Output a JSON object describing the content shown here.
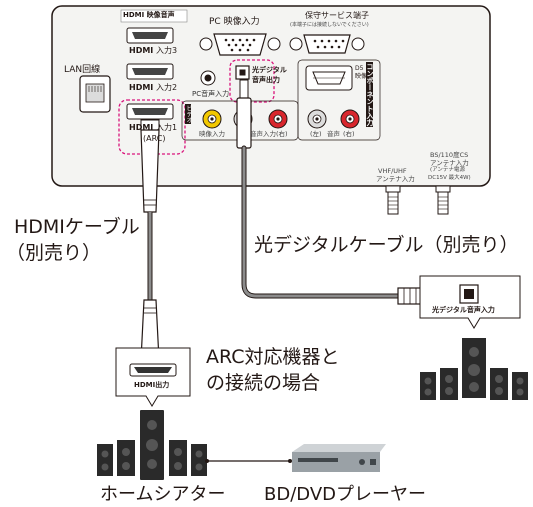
{
  "tv_panel": {
    "hdmi_header": "HDMI 映像音声",
    "hdmi_logo": "HDMI",
    "hdmi_in3": "入力3",
    "hdmi_in2": "入力2",
    "hdmi_in1": "入力1",
    "hdmi_in1_arc": "(ARC)",
    "pc_video_in": "PC 映像入力",
    "maint_port": "保守サービス端子",
    "maint_note": "(本端子には接続しないでください)",
    "lan_label": "LAN回線",
    "pc_audio_in": "PC音声入力",
    "optical_label_1": "光デジタル",
    "optical_label_2": "音声出力",
    "d5_label_1": "D5",
    "d5_label_2": "映像",
    "component_label": "コンポーネント入力",
    "video_label": "ビデオ",
    "video_in_label": "映像入力",
    "audio_in_label": "音声入力(右)",
    "l_label": "(左)",
    "audio_label": "音声",
    "r_label": "(右)",
    "vhf_uhf_1": "VHF/UHF",
    "vhf_uhf_2": "アンテナ入力",
    "bs_cs_1": "BS/110度CS",
    "bs_cs_2": "アンテナ入力",
    "bs_cs_3": "(アンテナ電源",
    "bs_cs_4": "DC15V 最大4W)"
  },
  "labels": {
    "hdmi_cable_1": "HDMIケーブル",
    "hdmi_cable_2": "（別売り）",
    "optical_cable": "光デジタルケーブル（別売り）",
    "arc_note_1": "ARC対応機器と",
    "arc_note_2": "の接続の場合",
    "home_theater": "ホームシアター",
    "bd_player": "BD/DVDプレーヤー",
    "amp_hdmi_out": "HDMI出力",
    "speaker_optical_in": "光デジタル音声入力"
  },
  "colors": {
    "highlight": "#d9137b",
    "panel_fill": "#f4f4f2",
    "outline": "#231815",
    "cable_gray": "#8c8c8c",
    "jack_yellow": "#f2c800",
    "jack_red": "#d8262d"
  }
}
